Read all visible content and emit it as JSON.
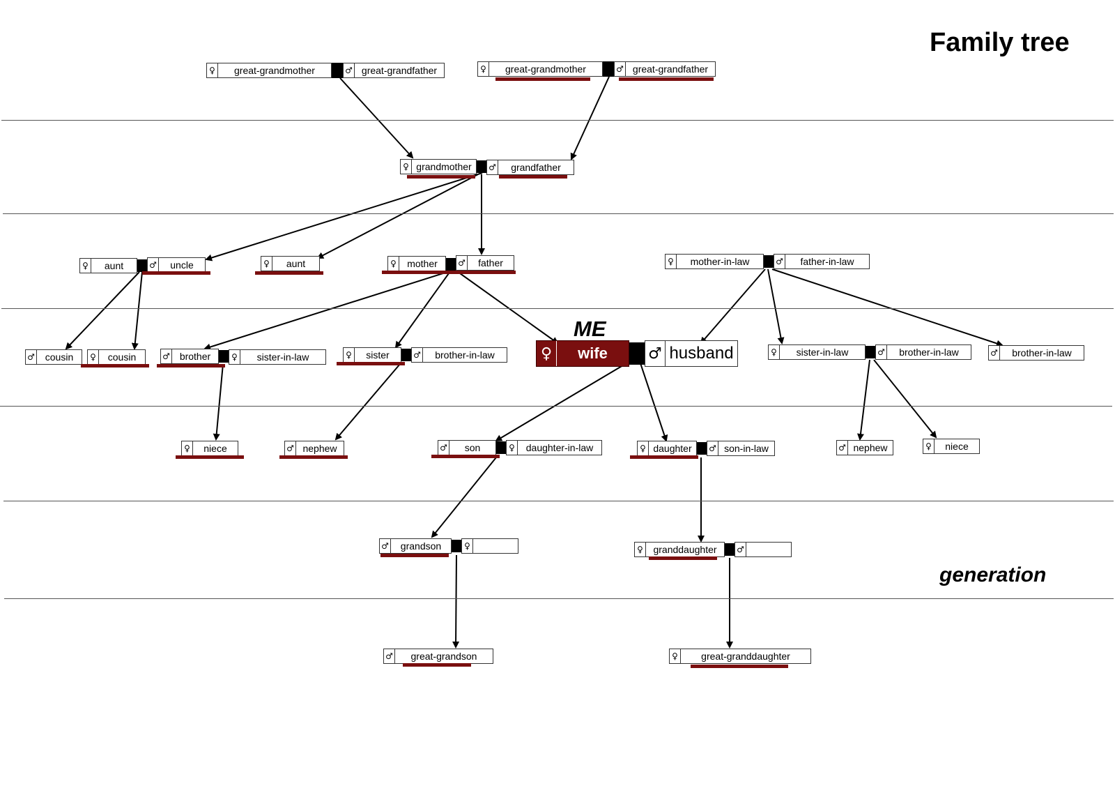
{
  "title": "Family tree",
  "generation_label": "generation",
  "me_label": "ME",
  "nodes": {
    "ggm1": {
      "label": "great-grandmother",
      "sex": "female"
    },
    "ggf1": {
      "label": "great-grandfather",
      "sex": "male"
    },
    "ggm2": {
      "label": "great-grandmother",
      "sex": "female"
    },
    "ggf2": {
      "label": "great-grandfather",
      "sex": "male"
    },
    "gm": {
      "label": "grandmother",
      "sex": "female"
    },
    "gf": {
      "label": "grandfather",
      "sex": "male"
    },
    "aunt1": {
      "label": "aunt",
      "sex": "female"
    },
    "uncle": {
      "label": "uncle",
      "sex": "male"
    },
    "aunt2": {
      "label": "aunt",
      "sex": "female"
    },
    "mother": {
      "label": "mother",
      "sex": "female"
    },
    "father": {
      "label": "father",
      "sex": "male"
    },
    "mil": {
      "label": "mother-in-law",
      "sex": "female"
    },
    "fil": {
      "label": "father-in-law",
      "sex": "male"
    },
    "cousin1": {
      "label": "cousin",
      "sex": "male"
    },
    "cousin2": {
      "label": "cousin",
      "sex": "female"
    },
    "brother": {
      "label": "brother",
      "sex": "male"
    },
    "sil1": {
      "label": "sister-in-law",
      "sex": "female"
    },
    "sister": {
      "label": "sister",
      "sex": "female"
    },
    "bil1": {
      "label": "brother-in-law",
      "sex": "male"
    },
    "wife": {
      "label": "wife",
      "sex": "female"
    },
    "husband": {
      "label": "husband",
      "sex": "male"
    },
    "sil2": {
      "label": "sister-in-law",
      "sex": "female"
    },
    "bil2": {
      "label": "brother-in-law",
      "sex": "male"
    },
    "bil3": {
      "label": "brother-in-law",
      "sex": "male"
    },
    "niece1": {
      "label": "niece",
      "sex": "female"
    },
    "nephew1": {
      "label": "nephew",
      "sex": "male"
    },
    "son": {
      "label": "son",
      "sex": "male"
    },
    "dil": {
      "label": "daughter-in-law",
      "sex": "female"
    },
    "daughter": {
      "label": "daughter",
      "sex": "female"
    },
    "sonil": {
      "label": "son-in-law",
      "sex": "male"
    },
    "nephew2": {
      "label": "nephew",
      "sex": "male"
    },
    "niece2": {
      "label": "niece",
      "sex": "female"
    },
    "grandson": {
      "label": "grandson",
      "sex": "male"
    },
    "gsspouse": {
      "label": "",
      "sex": "female"
    },
    "granddaughter": {
      "label": "granddaughter",
      "sex": "female"
    },
    "gdspouse": {
      "label": "",
      "sex": "male"
    },
    "ggson": {
      "label": "great-grandson",
      "sex": "male"
    },
    "ggdaughter": {
      "label": "great-granddaughter",
      "sex": "female"
    }
  },
  "symbols": {
    "female": "♀",
    "male": "♂"
  },
  "colors": {
    "blood_relative": "#7a0f0f",
    "line": "#000000"
  }
}
